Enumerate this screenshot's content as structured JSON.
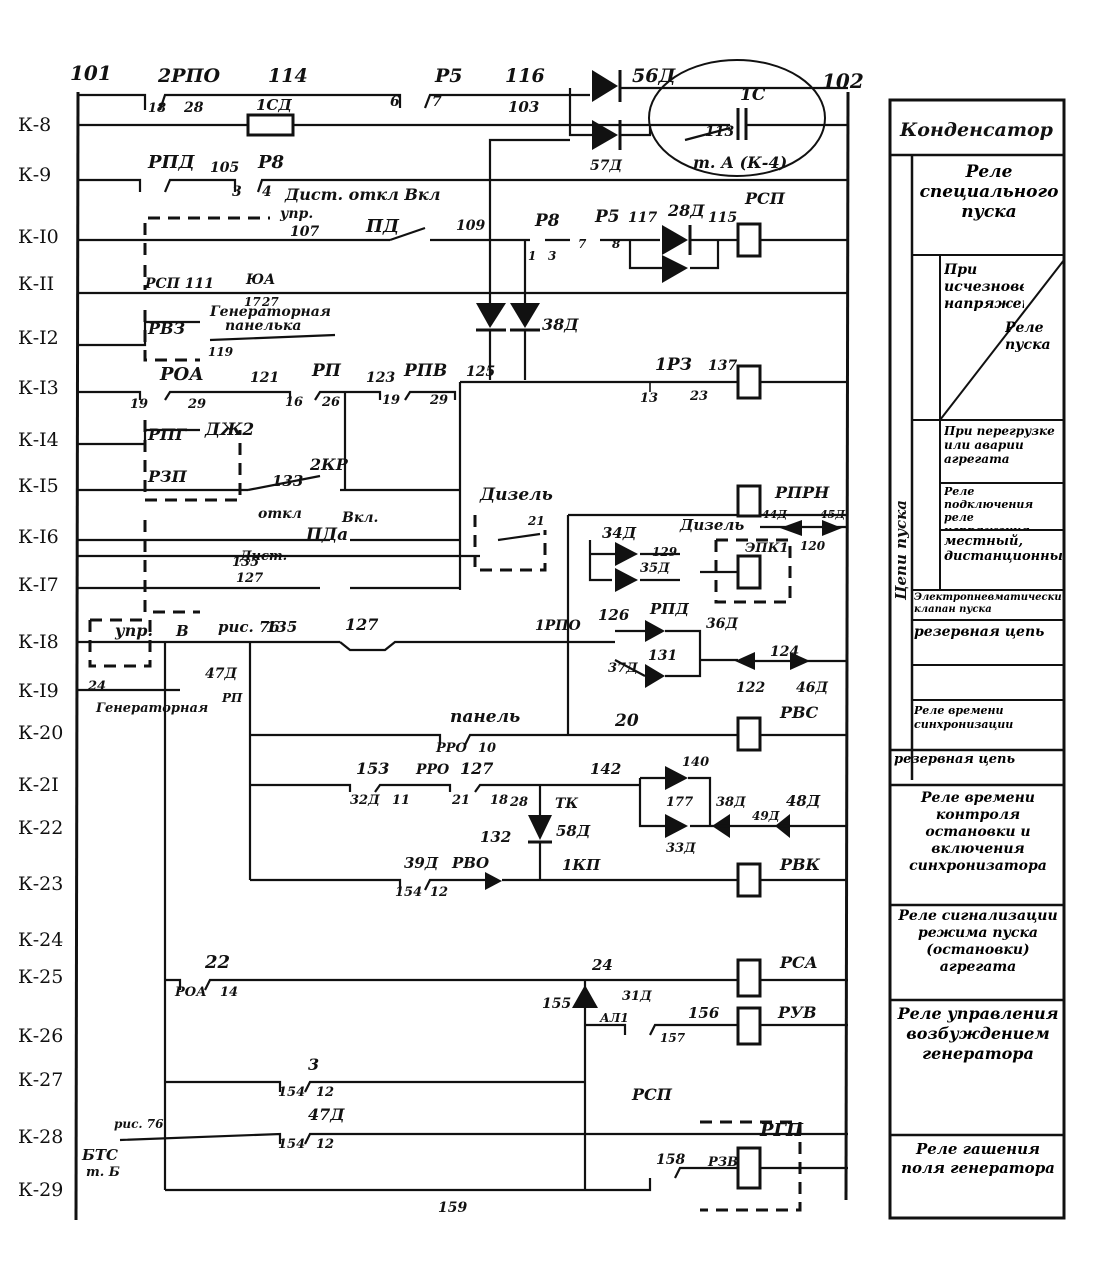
{
  "buses": {
    "left": "101",
    "right": "102"
  },
  "rows": [
    "К-8",
    "К-9",
    "К-I0",
    "К-II",
    "К-I2",
    "К-I3",
    "К-I4",
    "К-I5",
    "К-I6",
    "К-I7",
    "К-I8",
    "К-I9",
    "К-20",
    "К-2I",
    "К-22",
    "К-23",
    "К-24",
    "К-25",
    "К-26",
    "К-27",
    "К-28",
    "К-29"
  ],
  "top_labels": [
    {
      "text": "2РПО"
    },
    {
      "text": "114"
    },
    {
      "text": "Р5"
    },
    {
      "text": "116"
    },
    {
      "text": "56Д"
    },
    {
      "text": "1С"
    }
  ],
  "coils": {
    "rsp": "РСП",
    "rp": "РП",
    "rprn": "РПРН",
    "epk": "ЭПК1",
    "rvs": "РВС",
    "rvk": "РВК",
    "rsa": "РСА",
    "ruv": "РУВ",
    "rgp": "РГП",
    "csd": "1СД"
  },
  "labels": [
    {
      "text": "18"
    },
    {
      "text": "28"
    },
    {
      "text": "6"
    },
    {
      "text": "7"
    },
    {
      "text": "103"
    },
    {
      "text": "57Д"
    },
    {
      "text": "113"
    },
    {
      "text": "т. А (К-4)"
    },
    {
      "text": "РПД"
    },
    {
      "text": "105"
    },
    {
      "text": "Р8"
    },
    {
      "text": "3"
    },
    {
      "text": "4"
    },
    {
      "text": "Дист. откл Вкл"
    },
    {
      "text": "упр."
    },
    {
      "text": "107"
    },
    {
      "text": "ПД"
    },
    {
      "text": "109"
    },
    {
      "text": "Р8"
    },
    {
      "text": "Р5"
    },
    {
      "text": "117"
    },
    {
      "text": "28Д"
    },
    {
      "text": "115"
    },
    {
      "text": "1"
    },
    {
      "text": "3"
    },
    {
      "text": "7"
    },
    {
      "text": "8"
    },
    {
      "text": "РСП 111"
    },
    {
      "text": "ЮА"
    },
    {
      "text": "17"
    },
    {
      "text": "27"
    },
    {
      "text": "РВЗ"
    },
    {
      "text": "Генераторная"
    },
    {
      "text": "панелька"
    },
    {
      "text": "119"
    },
    {
      "text": "38Д"
    },
    {
      "text": "РОА"
    },
    {
      "text": "121"
    },
    {
      "text": "РП"
    },
    {
      "text": "123"
    },
    {
      "text": "РПВ"
    },
    {
      "text": "125"
    },
    {
      "text": "1РЗ"
    },
    {
      "text": "137"
    },
    {
      "text": "19"
    },
    {
      "text": "29"
    },
    {
      "text": "16"
    },
    {
      "text": "26"
    },
    {
      "text": "13"
    },
    {
      "text": "23"
    },
    {
      "text": "РПГ"
    },
    {
      "text": "ДЖ2"
    },
    {
      "text": "РЗП"
    },
    {
      "text": "133"
    },
    {
      "text": "2КР"
    },
    {
      "text": "Дизель"
    },
    {
      "text": "21"
    },
    {
      "text": "откл"
    },
    {
      "text": "Вкл."
    },
    {
      "text": "ПДа"
    },
    {
      "text": "34Д"
    },
    {
      "text": "35Д"
    },
    {
      "text": "Дизель"
    },
    {
      "text": "129"
    },
    {
      "text": "44Д"
    },
    {
      "text": "45Д"
    },
    {
      "text": "120"
    },
    {
      "text": "Дист."
    },
    {
      "text": "упр."
    },
    {
      "text": "В"
    },
    {
      "text": "135"
    },
    {
      "text": "127"
    },
    {
      "text": "1РПО"
    },
    {
      "text": "126"
    },
    {
      "text": "РПД"
    },
    {
      "text": "36Д"
    },
    {
      "text": "131"
    },
    {
      "text": "37Д"
    },
    {
      "text": "124"
    },
    {
      "text": "122"
    },
    {
      "text": "46Д"
    },
    {
      "text": "47Д"
    },
    {
      "text": "РП"
    },
    {
      "text": "24"
    },
    {
      "text": "Генераторная"
    },
    {
      "text": "панель"
    },
    {
      "text": "РРО"
    },
    {
      "text": "10"
    },
    {
      "text": "20"
    },
    {
      "text": "153"
    },
    {
      "text": "РРО"
    },
    {
      "text": "142"
    },
    {
      "text": "140"
    },
    {
      "text": "32Д"
    },
    {
      "text": "11"
    },
    {
      "text": "21"
    },
    {
      "text": "18"
    },
    {
      "text": "28"
    },
    {
      "text": "ТК"
    },
    {
      "text": "177"
    },
    {
      "text": "38Д"
    },
    {
      "text": "48Д"
    },
    {
      "text": "49Д"
    },
    {
      "text": "132"
    },
    {
      "text": "58Д"
    },
    {
      "text": "33Д"
    },
    {
      "text": "39Д"
    },
    {
      "text": "РВО"
    },
    {
      "text": "1КП"
    },
    {
      "text": "154"
    },
    {
      "text": "12"
    },
    {
      "text": "22"
    },
    {
      "text": "РОА"
    },
    {
      "text": "14"
    },
    {
      "text": "24"
    },
    {
      "text": "155"
    },
    {
      "text": "31Д"
    },
    {
      "text": "АЛ1"
    },
    {
      "text": "156"
    },
    {
      "text": "157"
    },
    {
      "text": "3"
    },
    {
      "text": "РСП"
    },
    {
      "text": "БТС"
    },
    {
      "text": "т. Б"
    },
    {
      "text": "рис. 76"
    },
    {
      "text": "158"
    },
    {
      "text": "РЗВ"
    },
    {
      "text": "159"
    },
    {
      "text": "Генераторная панель"
    }
  ],
  "legend": [
    {
      "text": "Конденсатор"
    },
    {
      "text": "Реле специального пуска"
    },
    {
      "text": "При исчезновении напряжения"
    },
    {
      "text": "Реле пуска"
    },
    {
      "text": "При перегрузке или аварии агрегата"
    },
    {
      "text": "Реле подключения реле напряжения"
    },
    {
      "text": "местный, дистанционный"
    },
    {
      "text": "Электропневматический клапан пуска"
    },
    {
      "text": "резервная цепь"
    },
    {
      "text": "Реле времени синхронизации"
    },
    {
      "text": "резервная цепь"
    },
    {
      "text": "Реле времени контроля остановки и включения синхронизатора"
    },
    {
      "text": "Реле сигнализации режима пуска (остановки) агрегата"
    },
    {
      "text": "Реле управления возбуждением генератора"
    },
    {
      "text": "Реле гашения поля генератора"
    },
    {
      "text": "Цепи пуска"
    }
  ]
}
